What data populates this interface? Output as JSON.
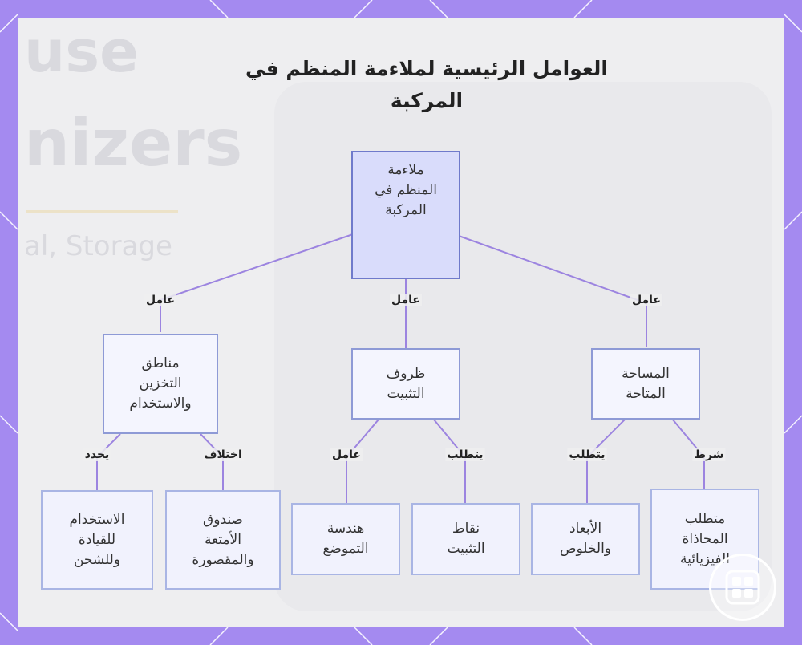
{
  "title": "العوامل الرئيسية لملاءمة المنظم في المركبة",
  "background_text": [
    "use",
    "nizers",
    "al, Storage"
  ],
  "nodes": {
    "root": "ملاءمة\nالمنظم في\nالمركبة",
    "storage": "مناطق\nالتخزين\nوالاستخدام",
    "mounting": "ظروف\nالتثبيت",
    "space": "المساحة\nالمتاحة",
    "use_driving": "الاستخدام\nللقيادة\nوللشحن",
    "box": "صندوق\nالأمتعة\nوالمقصورة",
    "geometry": "هندسة\nالتموضع",
    "points": "نقاط\nالتثبيت",
    "dimensions": "الأبعاد\nوالخلوص",
    "alignment": "متطلب\nالمحاذاة\nالفيزيائية"
  },
  "edges": {
    "root_storage": "عامل",
    "root_mounting": "عامل",
    "root_space": "عامل",
    "storage_use": "يحدد",
    "storage_box": "اختلاف",
    "mounting_geometry": "عامل",
    "mounting_points": "يتطلب",
    "space_dimensions": "يتطلب",
    "space_alignment": "شرط"
  },
  "colors": {
    "frame": "#a48af0",
    "canvas": "#eeeef0",
    "edge": "#9c84e0",
    "root_fill": "#d9dcfb",
    "node_fill": "#f1f2fd",
    "node_border": "#a9b5e4"
  },
  "watermark_icon": "grid-logo-icon"
}
